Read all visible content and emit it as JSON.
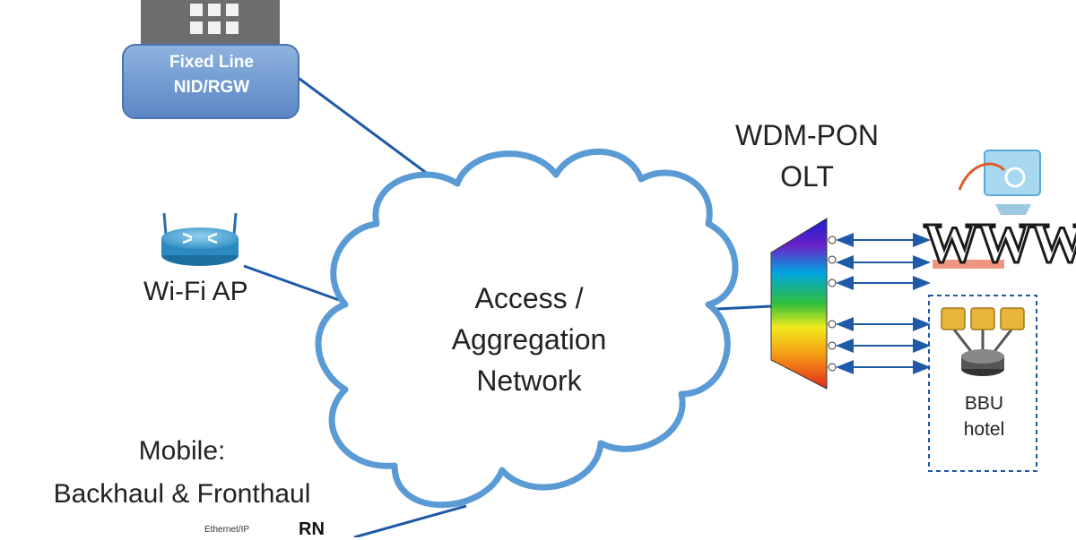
{
  "colors": {
    "link": "#1f5aa6",
    "cloud_stroke": "#5b9bd5",
    "badge_fill": "#6e9ad1",
    "node_fill": "#e8b43a",
    "spectrum": [
      "#1b1bd6",
      "#6a22c8",
      "#00a6e0",
      "#2fbf3a",
      "#f2ea1e",
      "#f39a12",
      "#e4281e"
    ]
  },
  "fixed_line": {
    "icon": "building-icon",
    "line1": "Fixed Line",
    "line2": "NID/RGW"
  },
  "wifi": {
    "icon": "router-icon",
    "label": "Wi-Fi AP"
  },
  "cloud": {
    "line1": "Access /",
    "line2": "Aggregation",
    "line3": "Network"
  },
  "olt": {
    "line1": "WDM-PON",
    "line2": "OLT"
  },
  "internet": {
    "icon": "globe-computer-icon",
    "label": "WWW."
  },
  "bbu": {
    "line1": "BBU",
    "line2": "hotel"
  },
  "mobile": {
    "line1": "Mobile:",
    "line2": "Backhaul & Fronthaul",
    "clip_a": "Ethernet/IP",
    "clip_b": "RN"
  }
}
